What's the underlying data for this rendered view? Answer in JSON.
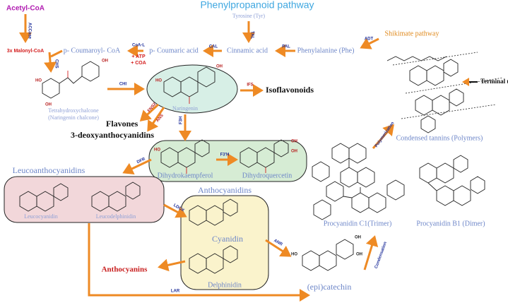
{
  "title": "Phenylpropanoid pathway",
  "nodes": {
    "tyrosine": "Tyrosine (Tyr)",
    "phenylalanine": "Phenylalanine (Phe)",
    "cinnamic": "Cinnamic acid",
    "coumaric": "p- Coumaric acid",
    "coumaroyl": "p- Coumaroyl- CoA",
    "acetyl": "Acetyl-CoA",
    "malonyl": "3x Malonyl-CoA",
    "shikimate": "Shikimate pathway",
    "tetrahydroxy1": "Tetrahydroxychalcone",
    "tetrahydroxy2": "(Naringenin  chalcone)",
    "naringenin": "Naringenin",
    "isoflavonoids": "Isoflavonoids",
    "flavones": "Flavones",
    "deoxy": "3-deoxyanthocyanidins",
    "dihydrokaempferol": "Dihydrokaempferol",
    "dihydroquercetin": "Dihydroquercetin",
    "leucoanthocyanidins": "Leucoanthocyanidins",
    "leucocyanidin": "Leucocyanidin",
    "leucodelphinidin": "Leucodelphinidin",
    "anthocyanidins": "Anthocyanidins",
    "cyanidin": "Cyanidin",
    "delphinidin": "Delphinidin",
    "anthocyanins": "Anthocyanins",
    "catechin": "(epi)catechin",
    "trimer": "Procyanidin C1(Trimer)",
    "dimer": "Procyanidin B1 (Dimer)",
    "condensed": "Condensed tannins (Polymers)",
    "terminal": "Terminal unit"
  },
  "enzymes": {
    "tal": "TAL",
    "pal": "PAL",
    "adt": "ADT",
    "cal": "CAL",
    "coal": "CoA-L",
    "accase": "ACCase",
    "chs": "CHS",
    "chi": "CHI",
    "ifs": "IFS",
    "fns2": "FNS2",
    "ans_side": "ANS",
    "f3h": "F3H",
    "f3ph": "F3'H",
    "dfr": "DFR",
    "ldox": "LDOX",
    "anr": "ANR",
    "lar": "LAR",
    "polymerization": "Polymerization",
    "condensation": "Condensation"
  },
  "cofactors": {
    "atp": "+ ATP",
    "coa": "+ COA"
  },
  "colors": {
    "title": "#3fa7e0",
    "arrow": "#ee8a24",
    "enzyme": "#1f2f9a",
    "node_text": "#6d86c8",
    "naringenin_fill": "#d7efe6",
    "dihydro_fill": "#d6ecd4",
    "leuco_fill": "#f2d7da",
    "antho_fill": "#faf3cc"
  }
}
